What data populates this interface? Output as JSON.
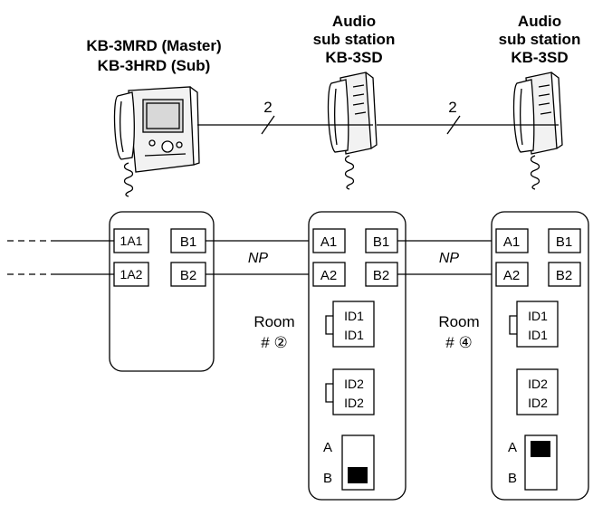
{
  "devices": {
    "master": {
      "line1": "KB-3MRD (Master)",
      "line2": "KB-3HRD (Sub)"
    },
    "sub1": {
      "line1": "Audio",
      "line2": "sub station",
      "line3": "KB-3SD"
    },
    "sub2": {
      "line1": "Audio",
      "line2": "sub station",
      "line3": "KB-3SD"
    }
  },
  "wires": {
    "count1": "2",
    "count2": "2",
    "np1": "NP",
    "np2": "NP"
  },
  "master_terminals": {
    "t1": "1A1",
    "t2": "1A2",
    "t3": "B1",
    "t4": "B2"
  },
  "sub1": {
    "terminals": {
      "a1": "A1",
      "b1": "B1",
      "a2": "A2",
      "b2": "B2"
    },
    "room_label": "Room",
    "room_num": "# ②",
    "id1_top": "ID1",
    "id1_bottom": "ID1",
    "id2_top": "ID2",
    "id2_bottom": "ID2",
    "switch_a": "A",
    "switch_b": "B"
  },
  "sub2": {
    "terminals": {
      "a1": "A1",
      "b1": "B1",
      "a2": "A2",
      "b2": "B2"
    },
    "room_label": "Room",
    "room_num": "# ④",
    "id1_top": "ID1",
    "id1_bottom": "ID1",
    "id2_top": "ID2",
    "id2_bottom": "ID2",
    "switch_a": "A",
    "switch_b": "B"
  },
  "colors": {
    "line": "#000000",
    "screen": "#d8d8d8",
    "body": "#f2f2f2"
  }
}
